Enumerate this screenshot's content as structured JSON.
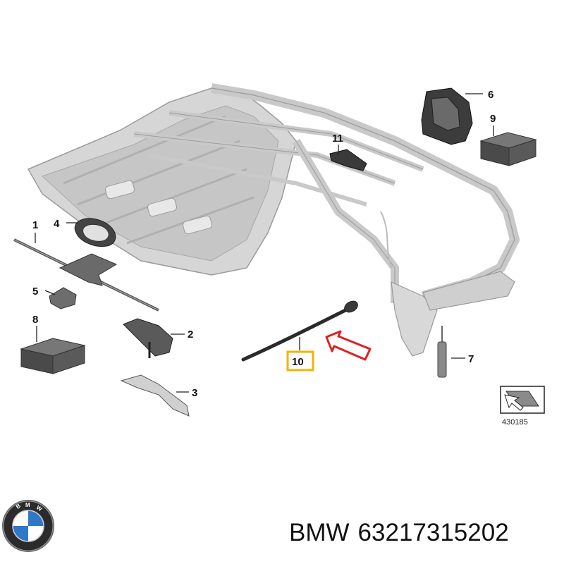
{
  "diagram": {
    "callouts": [
      {
        "id": "1",
        "label": "1"
      },
      {
        "id": "2",
        "label": "2"
      },
      {
        "id": "3",
        "label": "3"
      },
      {
        "id": "4",
        "label": "4"
      },
      {
        "id": "5",
        "label": "5"
      },
      {
        "id": "6",
        "label": "6"
      },
      {
        "id": "7",
        "label": "7"
      },
      {
        "id": "8",
        "label": "8"
      },
      {
        "id": "9",
        "label": "9"
      },
      {
        "id": "10",
        "label": "10",
        "highlighted": true
      },
      {
        "id": "11",
        "label": "11"
      }
    ],
    "reference_code": "430185",
    "highlight_color": "#f0b400",
    "arrow_color": "#e02020",
    "frame_color": "#c9c9c9"
  },
  "footer": {
    "brand": "BMW",
    "part_number": "63217315202",
    "logo_icon": "bmw-roundel-icon"
  }
}
